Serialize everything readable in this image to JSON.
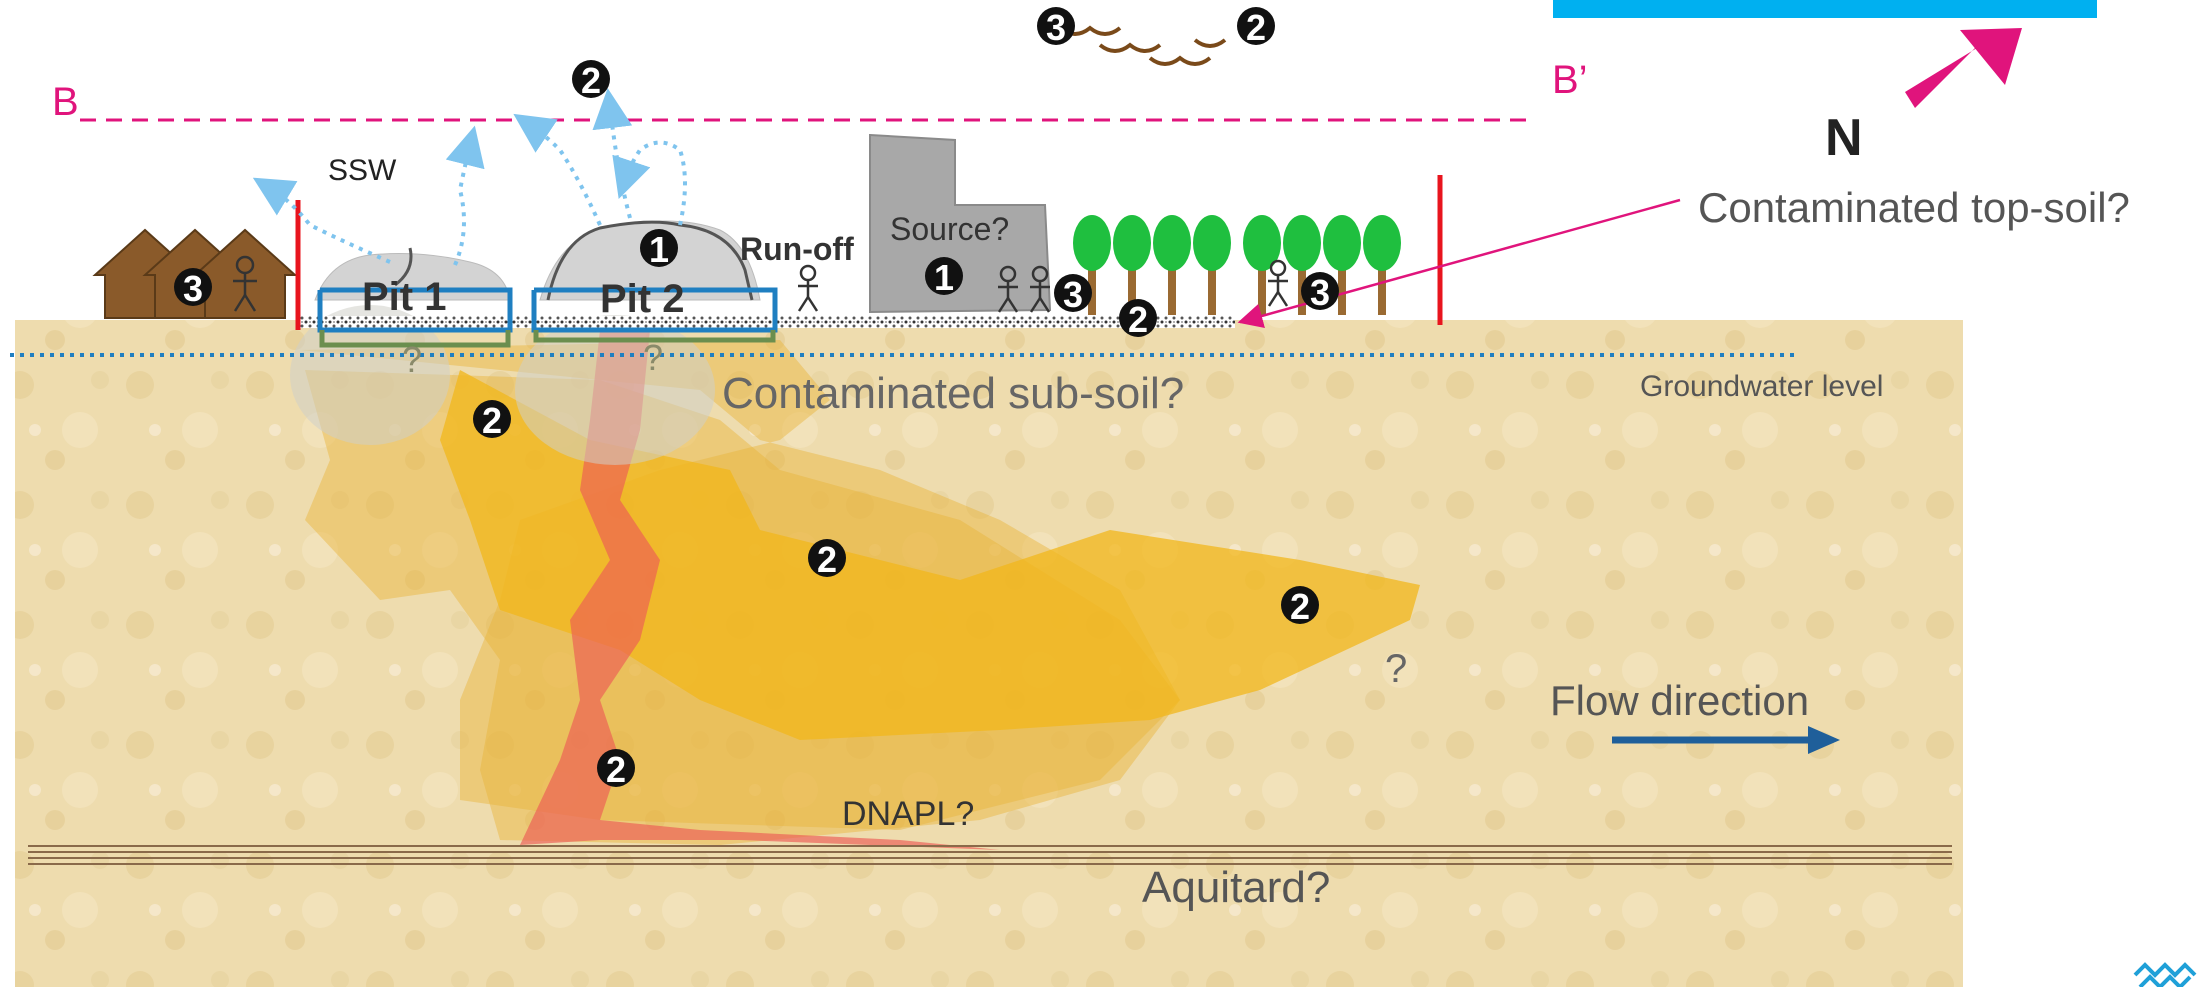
{
  "section": {
    "start_label": "B",
    "end_label": "B’",
    "north_label": "N"
  },
  "surface": {
    "pit1_label": "Pit 1",
    "pit2_label": "Pit 2",
    "ssw_label": "SSW",
    "runoff_label": "Run-off",
    "source_label": "Source?",
    "topsoil_label": "Contaminated top-soil?"
  },
  "subsurface": {
    "subsoil_label": "Contaminated sub-soil?",
    "groundwater_label": "Groundwater level",
    "flow_label": "Flow direction",
    "dnapl_label": "DNAPL?",
    "aquitard_label": "Aquitard?",
    "unknown_marks": [
      "?",
      "?",
      "?"
    ]
  },
  "markers": {
    "one": "❶",
    "two": "❷",
    "three": "❸"
  },
  "colors": {
    "magenta": "#e0147c",
    "red_boundary": "#e8141e",
    "flow_arrow": "#1f5f9a",
    "water_level": "#1f7fc1",
    "plume_yellow": "#f2b71b",
    "dnapl_red": "#ec5a55",
    "cyan_banner": "#00b0f0",
    "tree_green": "#1fbf3f"
  }
}
